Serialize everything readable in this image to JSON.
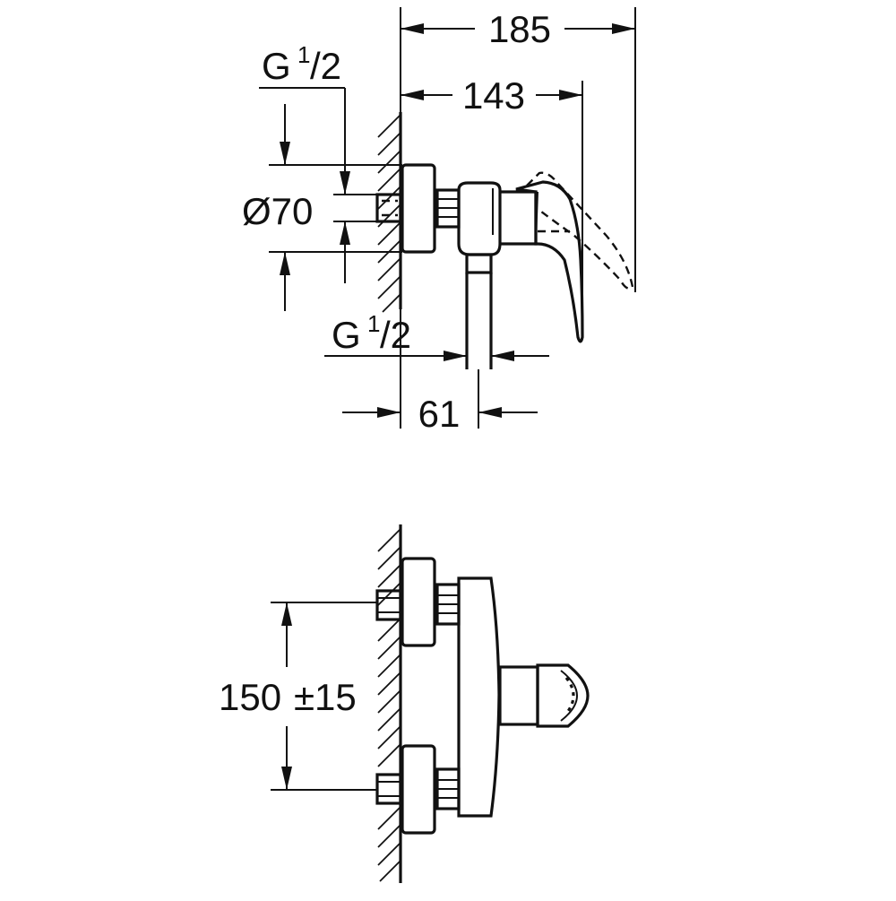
{
  "colors": {
    "ink": "#111111",
    "background": "#ffffff"
  },
  "top_view": {
    "dim_overall_width": "185",
    "dim_handle_width": "143",
    "dim_wall_inlet_main": "G",
    "dim_wall_inlet_sup": "1",
    "dim_wall_inlet_sub": "/2",
    "dim_body_diameter": "Ø70",
    "dim_outlet_main": "G",
    "dim_outlet_sup": "1",
    "dim_outlet_sub": "/2",
    "dim_outlet_offset": "61"
  },
  "front_view": {
    "dim_center_distance": "150",
    "dim_tolerance": "±15"
  }
}
